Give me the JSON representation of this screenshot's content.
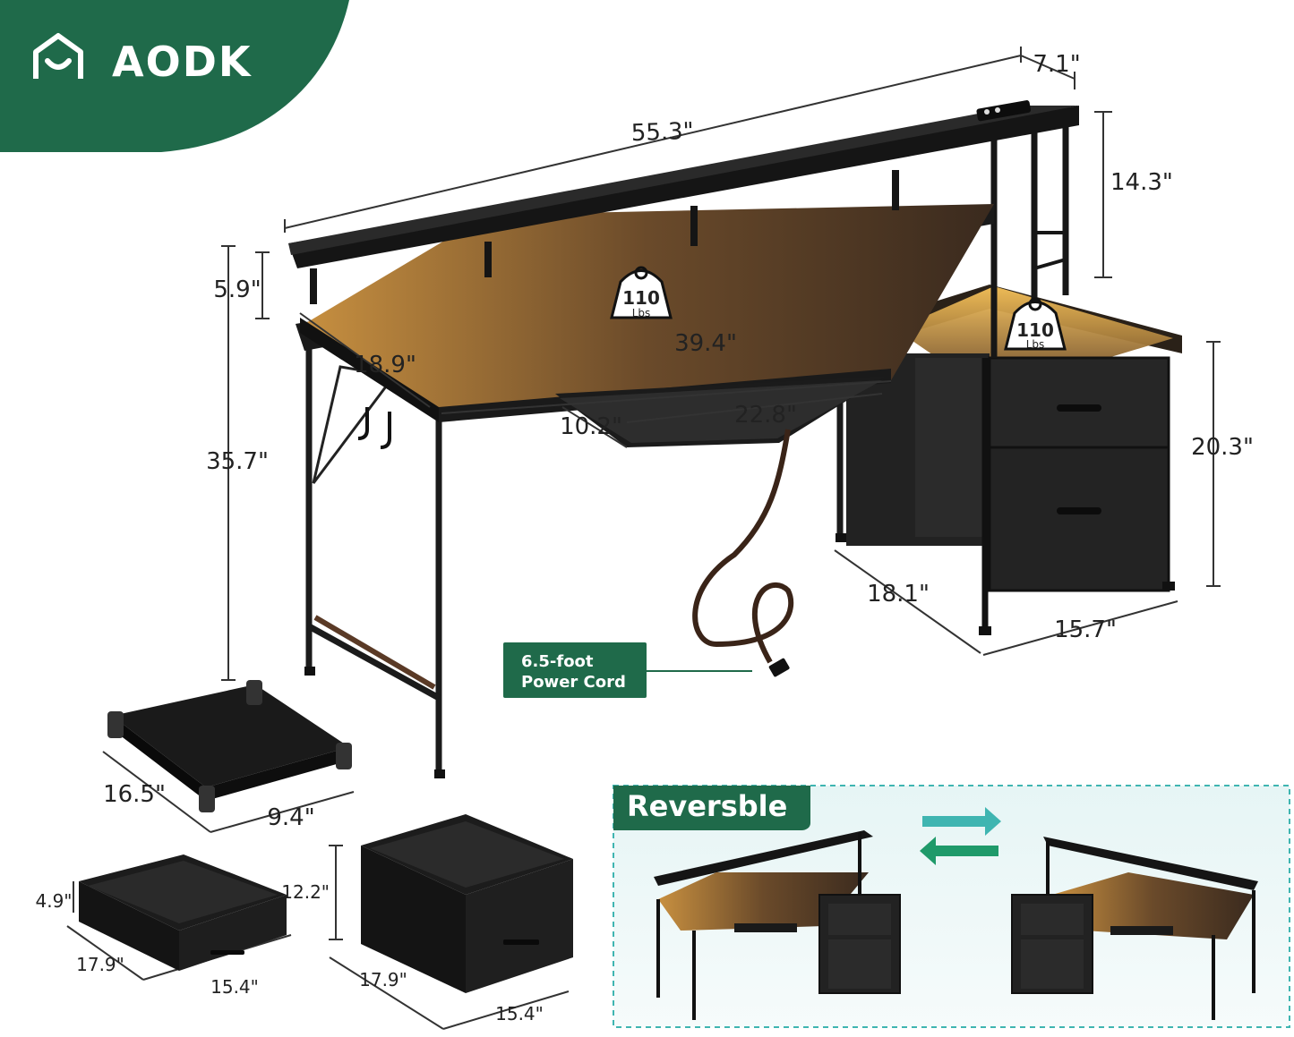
{
  "brand": {
    "name": "AODK",
    "color": "#1f6a4a"
  },
  "accent_colors": {
    "green": "#1f6a4a",
    "led": "#f3b14a",
    "teal": "#3fb5b1"
  },
  "load_badges": [
    {
      "value": "110",
      "unit": "Lbs"
    },
    {
      "value": "110",
      "unit": "Lbs"
    }
  ],
  "dimensions": {
    "overall_width": "55.3\"",
    "shelf_depth": "7.1\"",
    "shelf_height": "14.3\"",
    "riser_height": "5.9\"",
    "desk_height": "35.7\"",
    "desktop_width": "39.4\"",
    "desktop_depth": "18.9\"",
    "keyboard_depth": "10.2\"",
    "keyboard_width": "22.8\"",
    "cabinet_height": "20.3\"",
    "cabinet_depth": "18.1\"",
    "cabinet_width": "15.7\"",
    "cpu_stand_depth": "16.5\"",
    "cpu_stand_width": "9.4\"",
    "small_bin_height": "4.9\"",
    "small_bin_depth": "17.9\"",
    "small_bin_width": "15.4\"",
    "large_bin_height": "12.2\"",
    "large_bin_depth": "17.9\"",
    "large_bin_width": "15.4\""
  },
  "power_cord": {
    "line1": "6.5-foot",
    "line2": "Power Cord"
  },
  "reversible": {
    "label": "Reversble"
  }
}
